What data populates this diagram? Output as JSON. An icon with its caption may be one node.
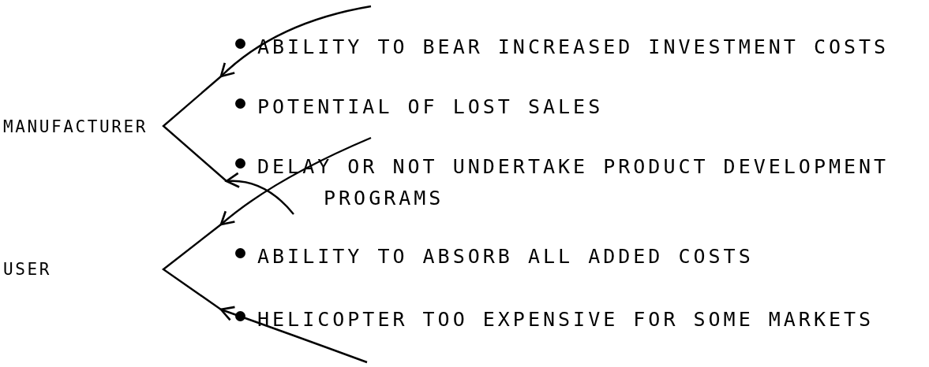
{
  "diagram": {
    "nodes": [
      {
        "text": [
          "MANUFACTURER"
        ]
      },
      {
        "text": [
          "USER"
        ]
      }
    ],
    "edges": [
      {
        "from": null,
        "to": 0,
        "arrow": "to"
      },
      {
        "from": null,
        "to": 0,
        "arrow": "to"
      },
      {
        "from": null,
        "to": 1,
        "arrow": "to"
      },
      {
        "from": null,
        "to": 1,
        "arrow": "to"
      }
    ],
    "labels": [
      "ABILITY TO BEAR INCREASED INVESTMENT COSTS",
      "POTENTIAL OF LOST SALES",
      "DELAY OR NOT UNDERTAKE PRODUCT DEVELOPMENT PROGRAMS",
      "ABILITY TO ABSORB ALL ADDED COSTS",
      "HELICOPTER TOO EXPENSIVE FOR SOME MARKETS"
    ]
  }
}
